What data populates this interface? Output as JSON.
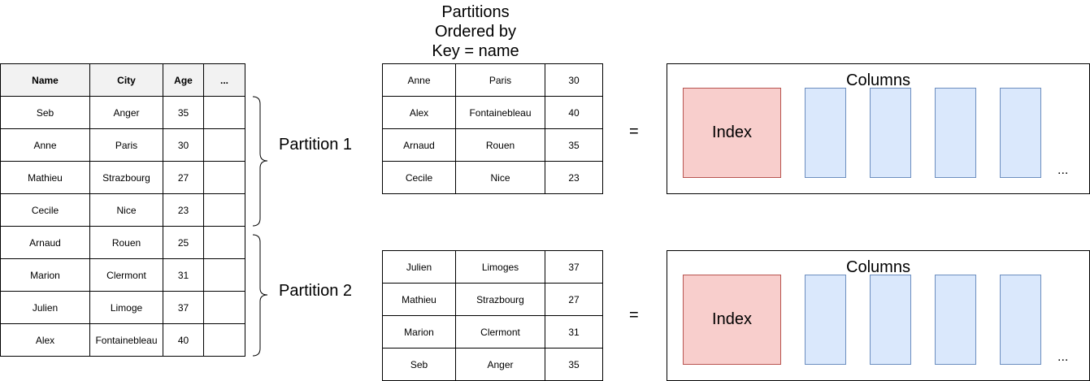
{
  "source_table": {
    "headers": [
      "Name",
      "City",
      "Age",
      "..."
    ],
    "rows": [
      [
        "Seb",
        "Anger",
        "35",
        ""
      ],
      [
        "Anne",
        "Paris",
        "30",
        ""
      ],
      [
        "Mathieu",
        "Strazbourg",
        "27",
        ""
      ],
      [
        "Cecile",
        "Nice",
        "23",
        ""
      ],
      [
        "Arnaud",
        "Rouen",
        "25",
        ""
      ],
      [
        "Marion",
        "Clermont",
        "31",
        ""
      ],
      [
        "Julien",
        "Limoge",
        "37",
        ""
      ],
      [
        "Alex",
        "Fontainebleau",
        "40",
        ""
      ]
    ]
  },
  "partition_labels": [
    "Partition 1",
    "Partition 2"
  ],
  "partitions_title": [
    "Partitions",
    "Ordered by",
    "Key = name"
  ],
  "partition_tables": [
    [
      [
        "Anne",
        "Paris",
        "30"
      ],
      [
        "Alex",
        "Fontainebleau",
        "40"
      ],
      [
        "Arnaud",
        "Rouen",
        "35"
      ],
      [
        "Cecile",
        "Nice",
        "23"
      ]
    ],
    [
      [
        "Julien",
        "Limoges",
        "37"
      ],
      [
        "Mathieu",
        "Strazbourg",
        "27"
      ],
      [
        "Marion",
        "Clermont",
        "31"
      ],
      [
        "Seb",
        "Anger",
        "35"
      ]
    ]
  ],
  "equals": "=",
  "column_store": {
    "title": "Columns",
    "index_label": "Index",
    "ellipsis": "..."
  },
  "colors": {
    "index_fill": "#f8cecc",
    "index_border": "#b85450",
    "column_fill": "#dae8fc",
    "column_border": "#6c8ebf",
    "header_fill": "#f2f2f2"
  }
}
